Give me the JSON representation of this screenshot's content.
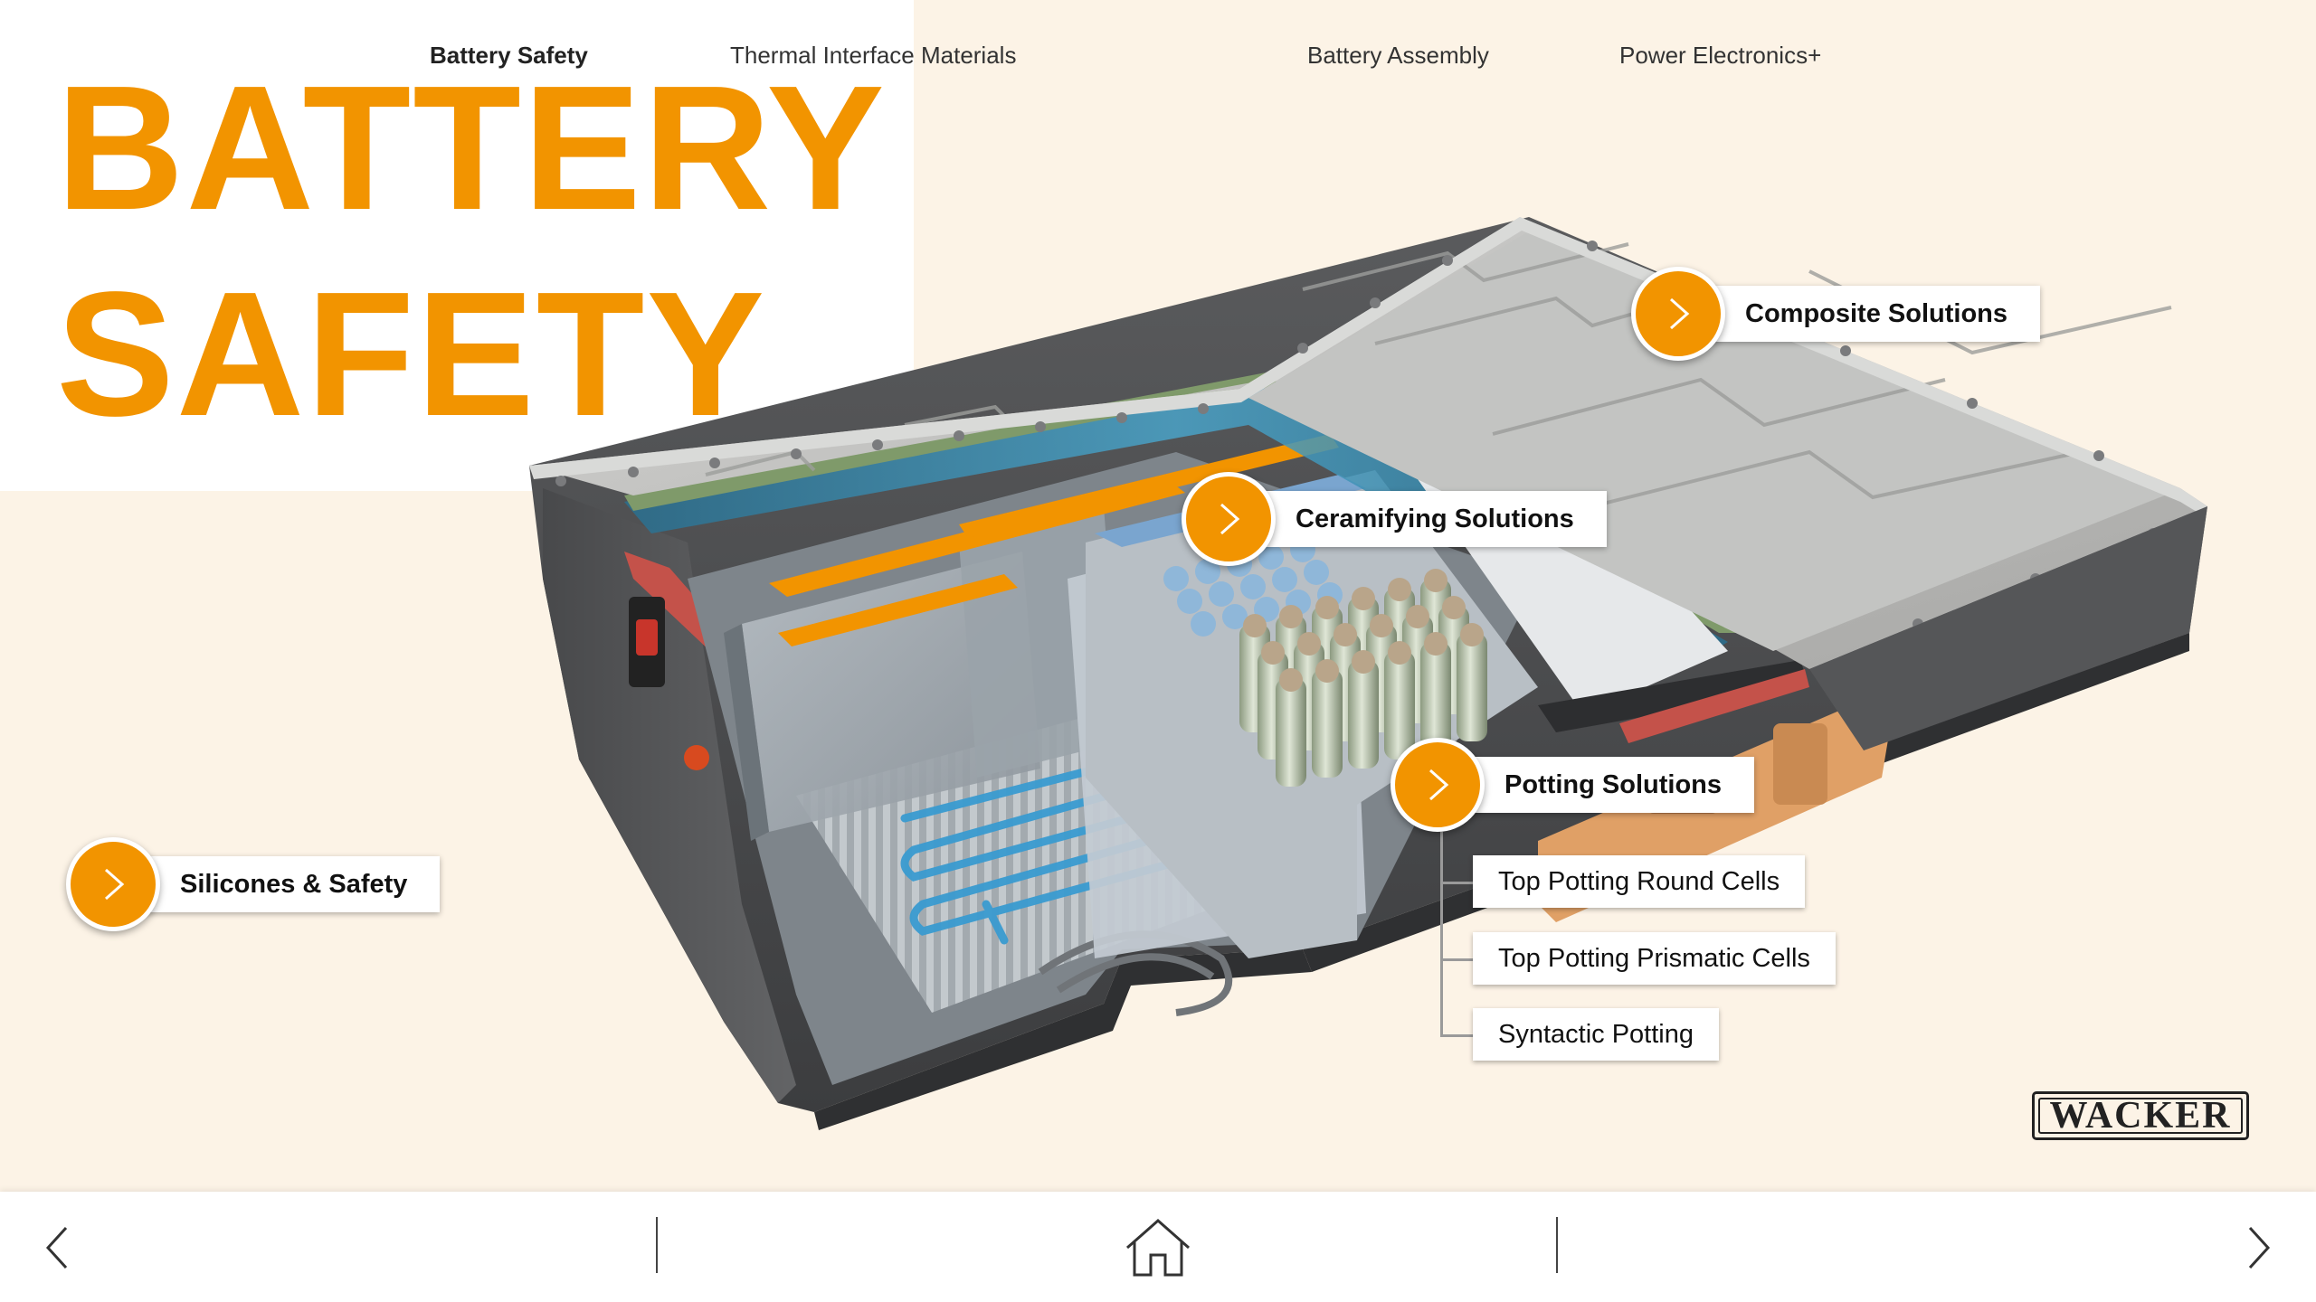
{
  "page": {
    "title_line1": "BATTERY",
    "title_line2": "SAFETY",
    "accent_color": "#f29400",
    "background_color": "#fcf3e6"
  },
  "hotspots": {
    "composite": {
      "label": "Composite Solutions",
      "icon": "chevron-right-icon"
    },
    "ceramifying": {
      "label": "Ceramifying Solutions",
      "icon": "chevron-right-icon"
    },
    "potting": {
      "label": "Potting Solutions",
      "icon": "chevron-right-icon",
      "sub_items": [
        "Top Potting Round Cells",
        "Top Potting Prismatic Cells",
        "Syntactic Potting"
      ]
    },
    "silicones": {
      "label": "Silicones & Safety",
      "icon": "chevron-right-icon"
    }
  },
  "logo": {
    "text": "WACKER"
  },
  "nav": {
    "prev_icon": "chevron-left-icon",
    "next_icon": "chevron-right-icon",
    "home_icon": "home-icon",
    "items": [
      {
        "label": "Battery Safety",
        "active": true
      },
      {
        "label": "Thermal Interface Materials",
        "active": false
      },
      {
        "label": "Battery Assembly",
        "active": false
      },
      {
        "label": "Power Electronics+",
        "active": false
      }
    ]
  }
}
